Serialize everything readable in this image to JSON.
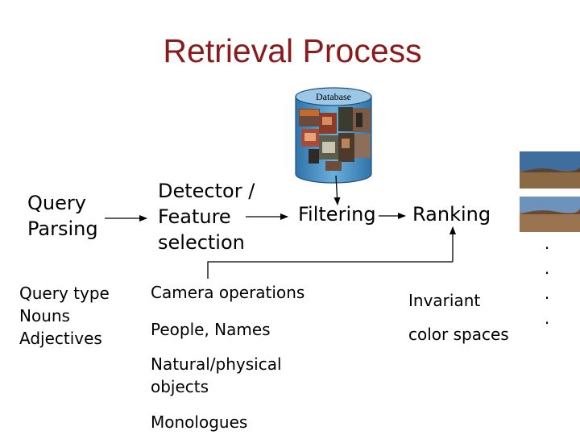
{
  "title": "Retrieval Process",
  "database": {
    "label": "Database"
  },
  "pipeline": {
    "query_parsing": "Query\nParsing",
    "detector": "Detector /\nFeature\nselection",
    "filtering": "Filtering",
    "ranking": "Ranking"
  },
  "details": {
    "query": [
      "Query type",
      "Nouns",
      "Adjectives"
    ],
    "features": [
      "Camera operations",
      "People, Names",
      "Natural/physical\nobjects",
      "Monologues"
    ],
    "ranking": [
      "Invariant",
      "color spaces"
    ]
  },
  "ellipsis": ".",
  "thumbnails": [
    {
      "name": "canyon-thumbnail-1",
      "sky": "#3f6e9e",
      "land": "#8a6a45"
    },
    {
      "name": "canyon-thumbnail-2",
      "sky": "#6d93ba",
      "land": "#9a7350"
    }
  ],
  "colors": {
    "title": "#8b1a1a",
    "database_fill": "#4a8fc1",
    "database_stroke": "#1f4f7a",
    "feedback_line": "#000000"
  }
}
